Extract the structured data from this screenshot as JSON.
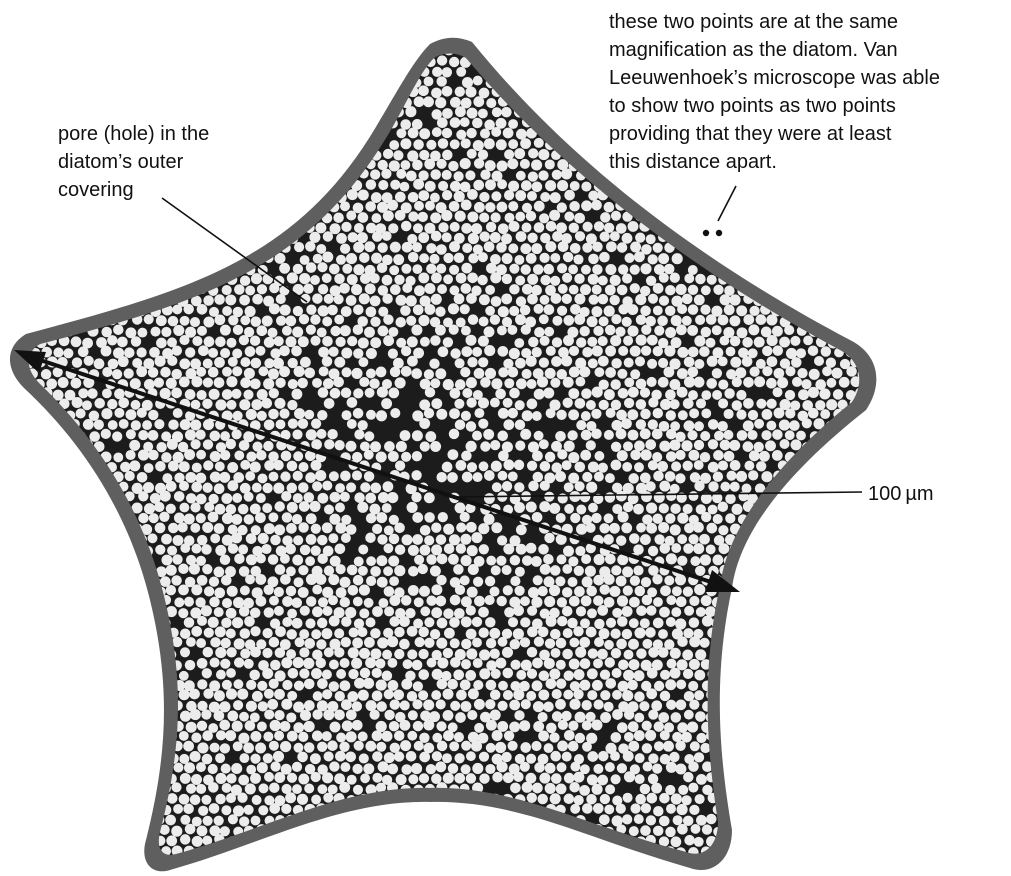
{
  "figure": {
    "pore_label": [
      "pore (hole) in the",
      "diatom’s outer",
      "covering"
    ],
    "resolution_note": [
      "these two points are at the same",
      "magnification as the diatom. Van",
      "Leeuwenhoek’s microscope was able",
      "to show two points as two points",
      "providing that they were at least",
      "this distance apart."
    ],
    "scale_label": "100 µm"
  },
  "colors": {
    "shell_rim": "#5f5f5f",
    "shell_fill": "#1c1c1c",
    "pore": "#ececec",
    "ink": "#111111"
  }
}
